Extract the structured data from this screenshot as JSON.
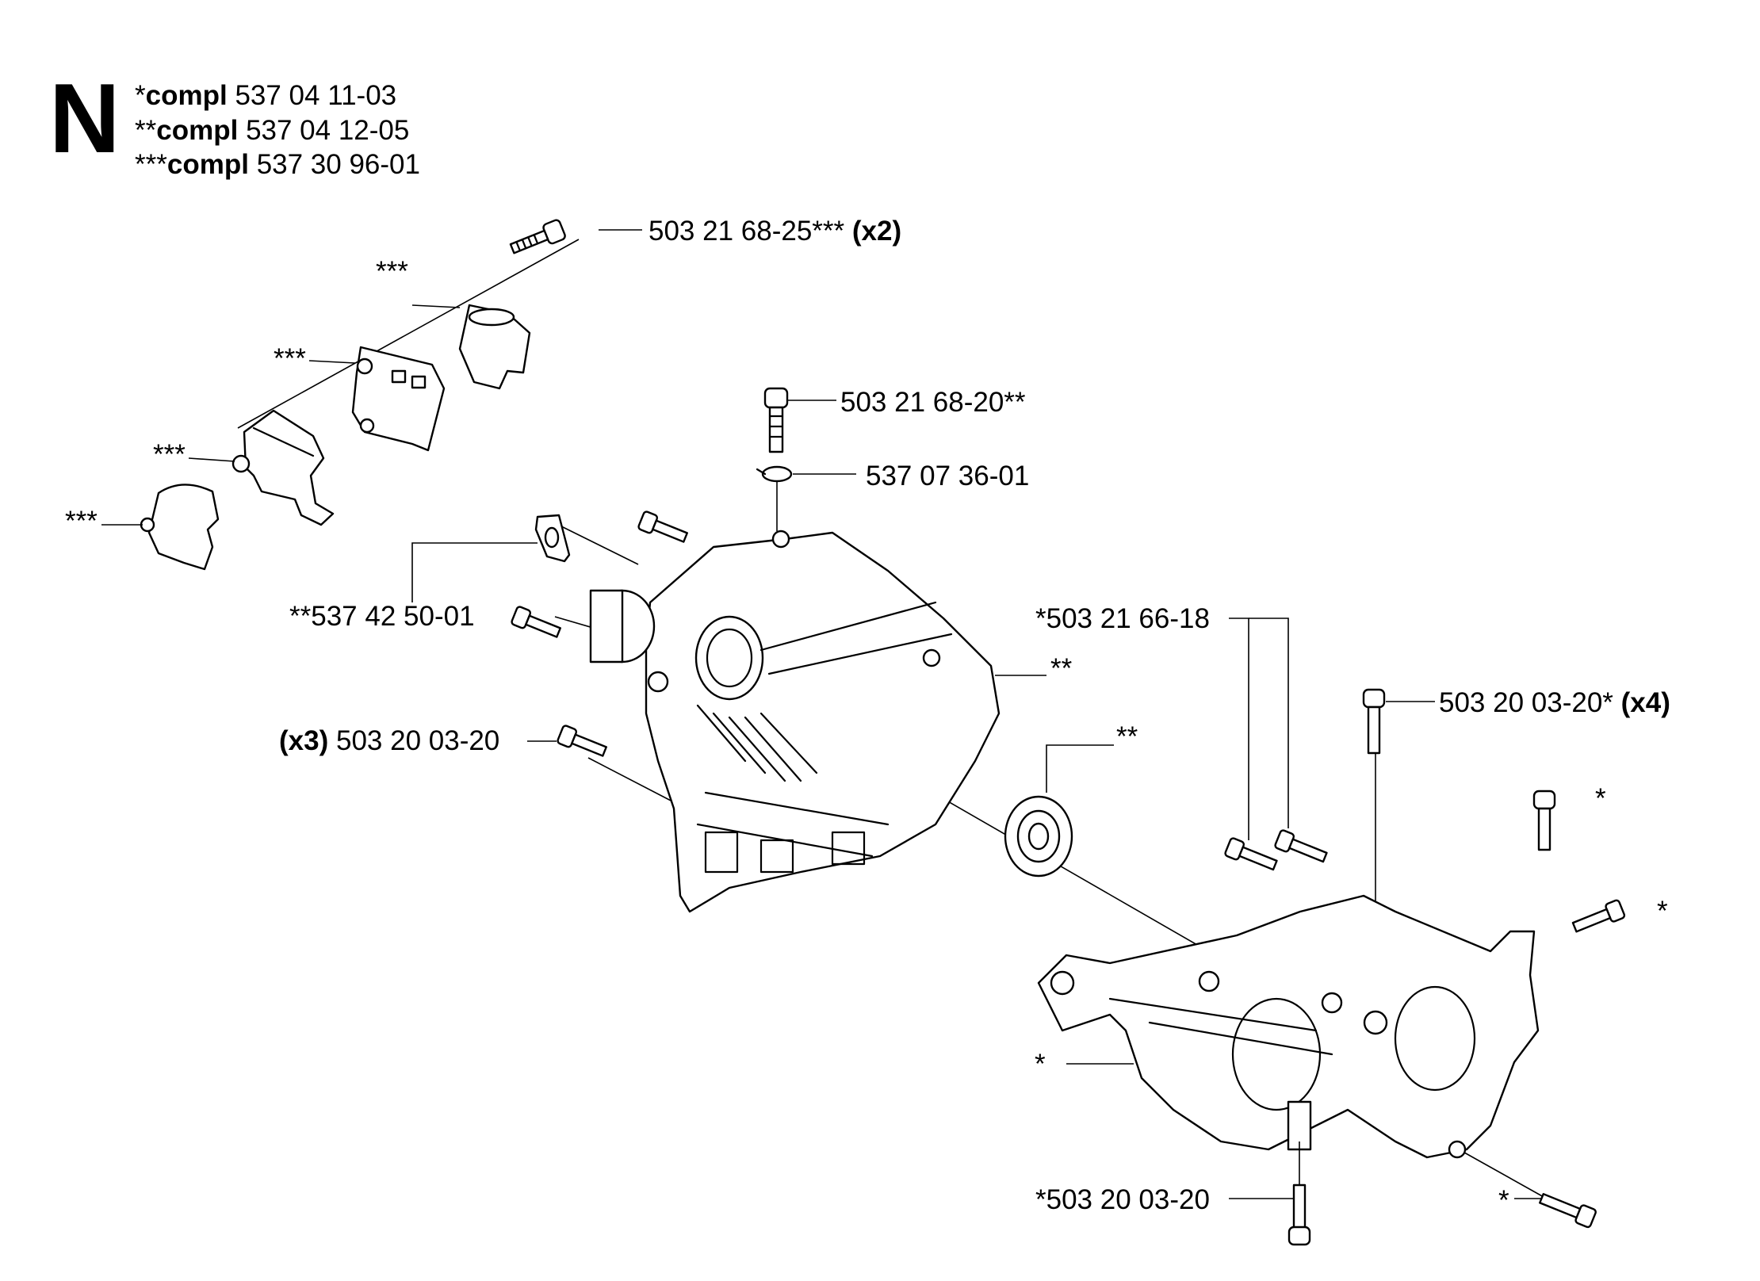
{
  "section": "N",
  "kits": [
    {
      "prefix": "*",
      "word": "compl",
      "number": "537 04 11-03"
    },
    {
      "prefix": "**",
      "word": "compl",
      "number": "537 04 12-05"
    },
    {
      "prefix": "***",
      "word": "compl",
      "number": "537 30 96-01"
    }
  ],
  "labels": {
    "screw_top": {
      "text": "503 21 68-25***",
      "qty": "(x2)"
    },
    "screw_center": {
      "text": "503 21 68-20**"
    },
    "clip": {
      "text": "537 07 36-01"
    },
    "guide_plate": {
      "text": "**537 42 50-01"
    },
    "screws_left": {
      "qty": "(x3)",
      "text": "503 20 03-20"
    },
    "screws_pair": {
      "text": "*503 21 66-18"
    },
    "screws_right_top": {
      "text": "503 20 03-20*",
      "qty": "(x4)"
    },
    "screw_bottom": {
      "text": "*503 20 03-20"
    },
    "mark_half_1": {
      "text": "***"
    },
    "mark_half_2": {
      "text": "***"
    },
    "mark_half_3": {
      "text": "***"
    },
    "mark_half_4": {
      "text": "***"
    },
    "mark_crankcase": {
      "text": "**"
    },
    "mark_bearing": {
      "text": "**"
    },
    "mark_screw_a": {
      "text": "*"
    },
    "mark_screw_b": {
      "text": "*"
    },
    "mark_lower_case": {
      "text": "*"
    },
    "mark_screw_c": {
      "text": "*"
    }
  }
}
